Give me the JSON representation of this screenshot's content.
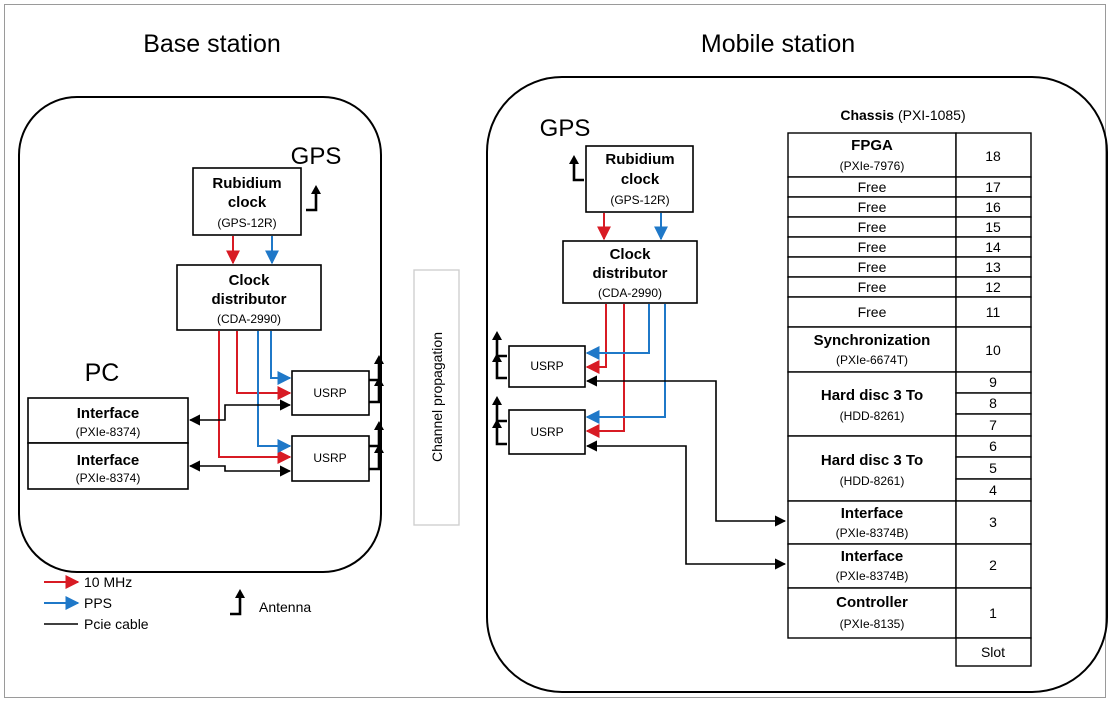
{
  "base": {
    "title": "Base station",
    "gps": "GPS",
    "pc": "PC",
    "rubidium": {
      "line1": "Rubidium",
      "line2": "clock",
      "model": "(GPS-12R)"
    },
    "distributor": {
      "line1": "Clock",
      "line2": "distributor",
      "model": "(CDA-2990)"
    },
    "interface1": {
      "name": "Interface",
      "model": "(PXIe-8374)"
    },
    "interface2": {
      "name": "Interface",
      "model": "(PXIe-8374)"
    },
    "usrp1": "USRP",
    "usrp2": "USRP"
  },
  "channel": "Channel propagation",
  "mobile": {
    "title": "Mobile station",
    "gps": "GPS",
    "rubidium": {
      "line1": "Rubidium",
      "line2": "clock",
      "model": "(GPS-12R)"
    },
    "distributor": {
      "line1": "Clock",
      "line2": "distributor",
      "model": "(CDA-2990)"
    },
    "usrp1": "USRP",
    "usrp2": "USRP"
  },
  "chassis": {
    "title_bold": "Chassis",
    "title_model": "(PXI-1085)",
    "fpga": {
      "name": "FPGA",
      "model": "(PXIe-7976)",
      "slot": "18"
    },
    "free": [
      {
        "label": "Free",
        "slot": "17"
      },
      {
        "label": "Free",
        "slot": "16"
      },
      {
        "label": "Free",
        "slot": "15"
      },
      {
        "label": "Free",
        "slot": "14"
      },
      {
        "label": "Free",
        "slot": "13"
      },
      {
        "label": "Free",
        "slot": "12"
      },
      {
        "label": "Free",
        "slot": "11"
      }
    ],
    "sync": {
      "name": "Synchronization",
      "model": "(PXIe-6674T)",
      "slot": "10"
    },
    "hdd1": {
      "name": "Hard disc 3 To",
      "model": "(HDD-8261)",
      "slots": [
        "9",
        "8",
        "7"
      ]
    },
    "hdd2": {
      "name": "Hard disc 3 To",
      "model": "(HDD-8261)",
      "slots": [
        "6",
        "5",
        "4"
      ]
    },
    "iface3": {
      "name": "Interface",
      "model": "(PXIe-8374B)",
      "slot": "3"
    },
    "iface2": {
      "name": "Interface",
      "model": "(PXIe-8374B)",
      "slot": "2"
    },
    "controller": {
      "name": "Controller",
      "model": "(PXIe-8135)",
      "slot": "1"
    },
    "slot_header": "Slot"
  },
  "legend": {
    "mhz": "10 MHz",
    "pps": "PPS",
    "pcie": "Pcie cable",
    "antenna": "Antenna"
  },
  "colors": {
    "ten_mhz": "#d81b24",
    "pps": "#1f78c8",
    "pcie": "#000000"
  }
}
